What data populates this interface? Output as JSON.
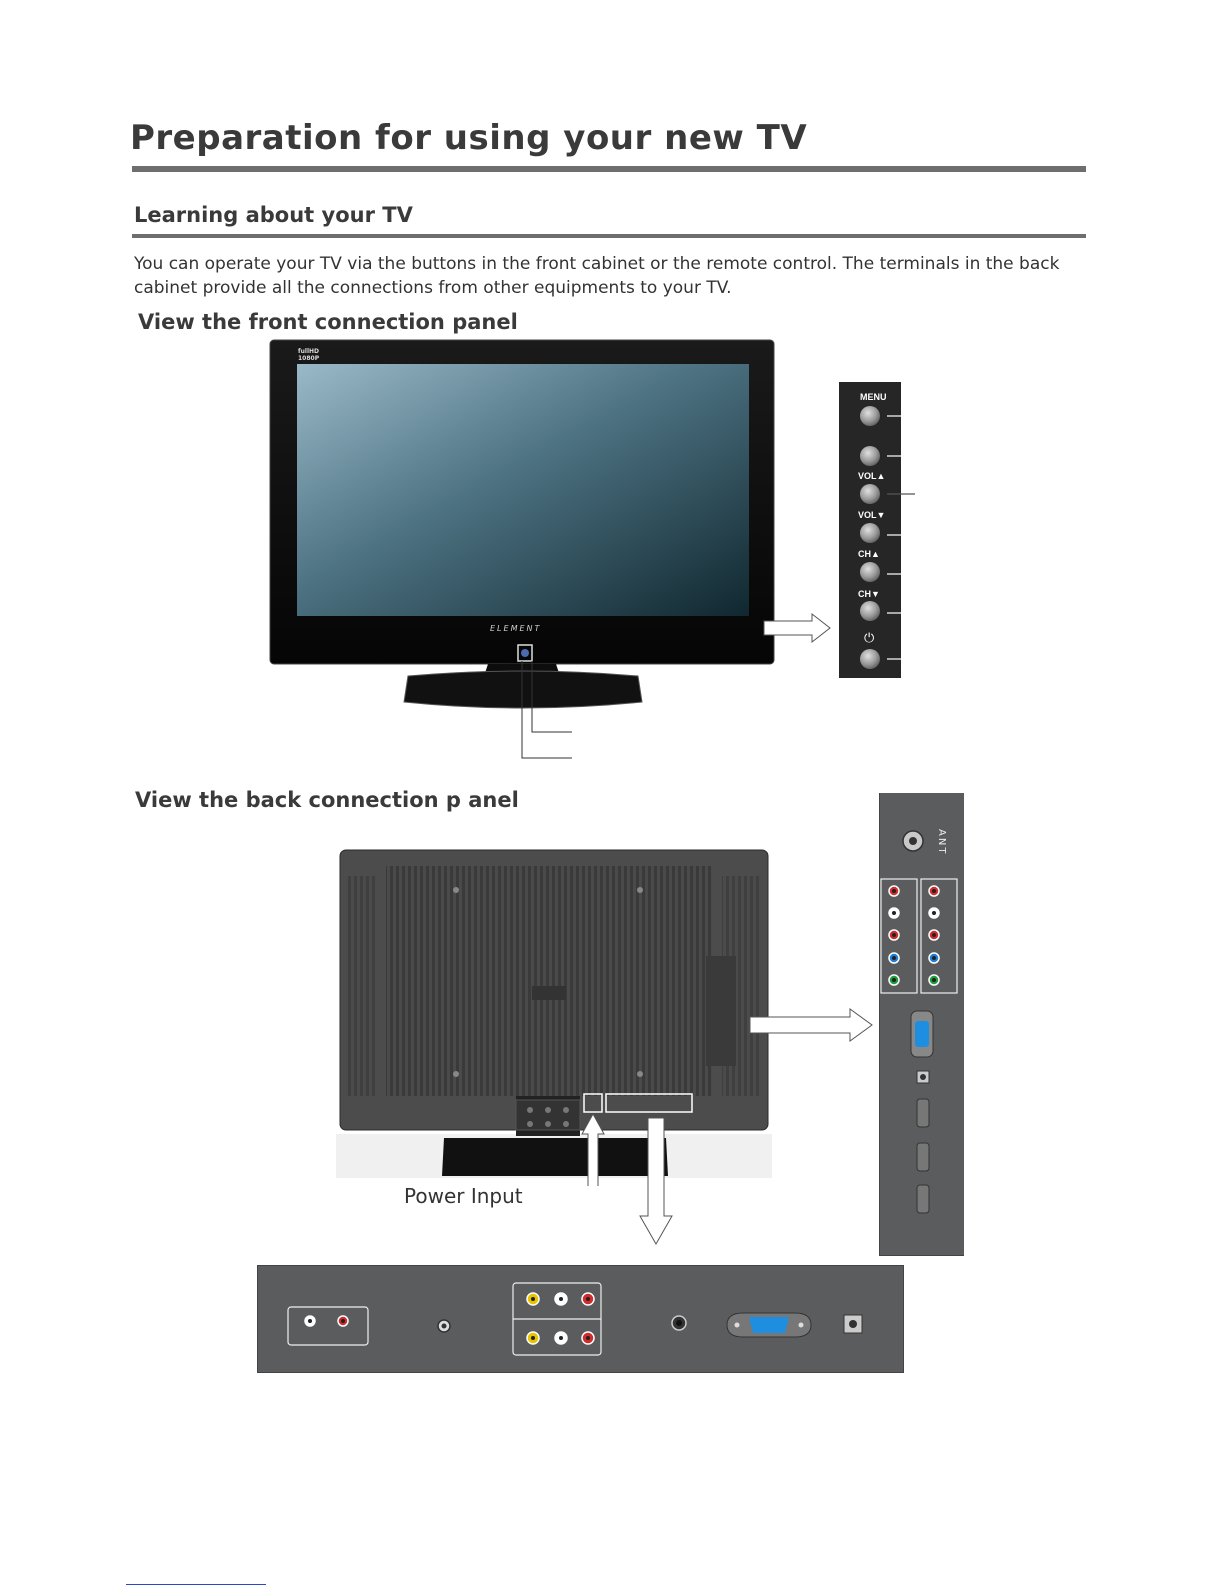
{
  "page": {
    "title": "Preparation for using your new TV",
    "section": "Learning about your TV",
    "intro": "You can operate your TV via the buttons in the front cabinet or the remote control. The terminals in the back cabinet provide all the connections from other equipments to your TV.",
    "front_heading": "View the front connection panel",
    "back_heading": "View the back connection p anel"
  },
  "tv_front": {
    "badge_line1": "fullHD",
    "badge_line2": "1080P",
    "brand": "ELEMENT"
  },
  "side_panel": {
    "menu": "MENU",
    "vol_up": "VOL▲",
    "vol_down": "VOL▼",
    "ch_up": "CH▲",
    "ch_down": "CH▼",
    "power_symbol": "⏻"
  },
  "back_panel": {
    "ant_label": "ANT",
    "power_input_label": "Power Input"
  },
  "colors": {
    "rule": "#6e6e6e",
    "panel": "#2a2a2a",
    "back_panel": "#5b5c5e",
    "vga_blue": "#1e8fe0",
    "jack_red": "#d12b2b",
    "jack_yellow": "#e8c300",
    "jack_blue": "#1f7fd6",
    "jack_green": "#1e9e3a"
  }
}
